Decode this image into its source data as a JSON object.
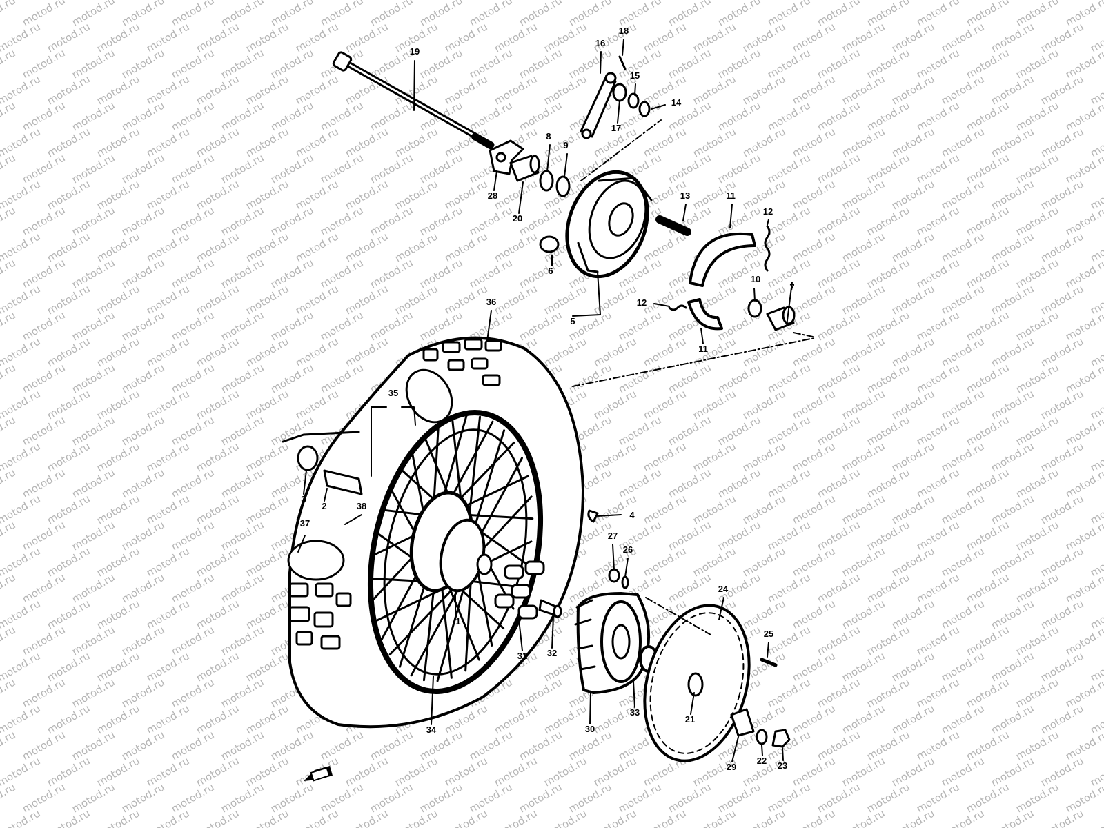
{
  "watermark": {
    "text": "motod.ru"
  },
  "callouts": [
    {
      "n": "1"
    },
    {
      "n": "2"
    },
    {
      "n": "3"
    },
    {
      "n": "4"
    },
    {
      "n": "5"
    },
    {
      "n": "6"
    },
    {
      "n": "7"
    },
    {
      "n": "8"
    },
    {
      "n": "9"
    },
    {
      "n": "10"
    },
    {
      "n": "11"
    },
    {
      "n": "11"
    },
    {
      "n": "12"
    },
    {
      "n": "12"
    },
    {
      "n": "13"
    },
    {
      "n": "14"
    },
    {
      "n": "15"
    },
    {
      "n": "16"
    },
    {
      "n": "17"
    },
    {
      "n": "18"
    },
    {
      "n": "19"
    },
    {
      "n": "20"
    },
    {
      "n": "21"
    },
    {
      "n": "22"
    },
    {
      "n": "23"
    },
    {
      "n": "24"
    },
    {
      "n": "25"
    },
    {
      "n": "26"
    },
    {
      "n": "27"
    },
    {
      "n": "28"
    },
    {
      "n": "29"
    },
    {
      "n": "30"
    },
    {
      "n": "31"
    },
    {
      "n": "32"
    },
    {
      "n": "33"
    },
    {
      "n": "34"
    },
    {
      "n": "35"
    },
    {
      "n": "36"
    },
    {
      "n": "37"
    },
    {
      "n": "38"
    }
  ],
  "colors": {
    "ink": "#000000",
    "watermark": "#b5b5b5",
    "background": "#ffffff"
  },
  "icons": {
    "front_arrow": "arrow-left-icon"
  }
}
